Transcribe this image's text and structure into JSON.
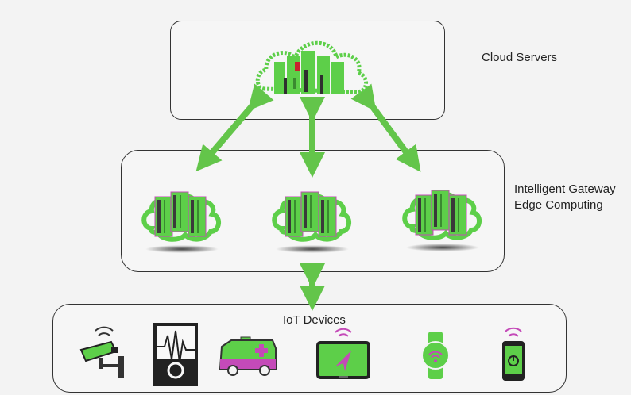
{
  "layers": {
    "cloud": {
      "label": "Cloud Servers"
    },
    "edge": {
      "label_line1": "Intelligent Gateway",
      "label_line2": "Edge Computing"
    },
    "iot": {
      "label": "IoT Devices"
    }
  },
  "icons": {
    "cloud": "cloud-server-cluster-icon",
    "edge": [
      "edge-server-icon",
      "edge-server-icon",
      "edge-server-icon"
    ],
    "devices": [
      "security-camera-icon",
      "seismograph-monitor-icon",
      "ambulance-icon",
      "gps-tablet-icon",
      "smartwatch-icon",
      "smartphone-icon"
    ]
  },
  "colors": {
    "accent_green": "#5dcf49",
    "accent_magenta": "#c44ab8",
    "arrow_green": "#63c54a",
    "outline": "#333333"
  }
}
